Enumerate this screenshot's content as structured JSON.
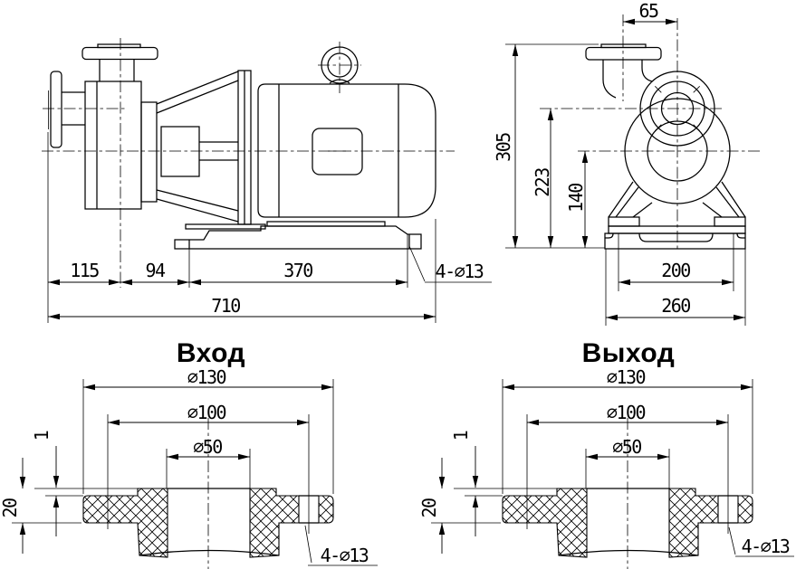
{
  "colors": {
    "ink": "#000000",
    "background": "#ffffff"
  },
  "side_view": {
    "dim_115": "115",
    "dim_94": "94",
    "dim_370": "370",
    "dim_710": "710",
    "bolt_note": "4-∅13"
  },
  "front_view": {
    "dim_65": "65",
    "dim_305": "305",
    "dim_223": "223",
    "dim_140": "140",
    "dim_200": "200",
    "dim_260": "260"
  },
  "inlet_flange": {
    "title": "Вход",
    "dia_130": "∅130",
    "dia_100": "∅100",
    "dia_50": "∅50",
    "dim_face": "1",
    "dim_thickness": "20",
    "bolt_note": "4-∅13"
  },
  "outlet_flange": {
    "title": "Выход",
    "dia_130": "∅130",
    "dia_100": "∅100",
    "dia_50": "∅50",
    "dim_face": "1",
    "dim_thickness": "20",
    "bolt_note": "4-∅13"
  }
}
